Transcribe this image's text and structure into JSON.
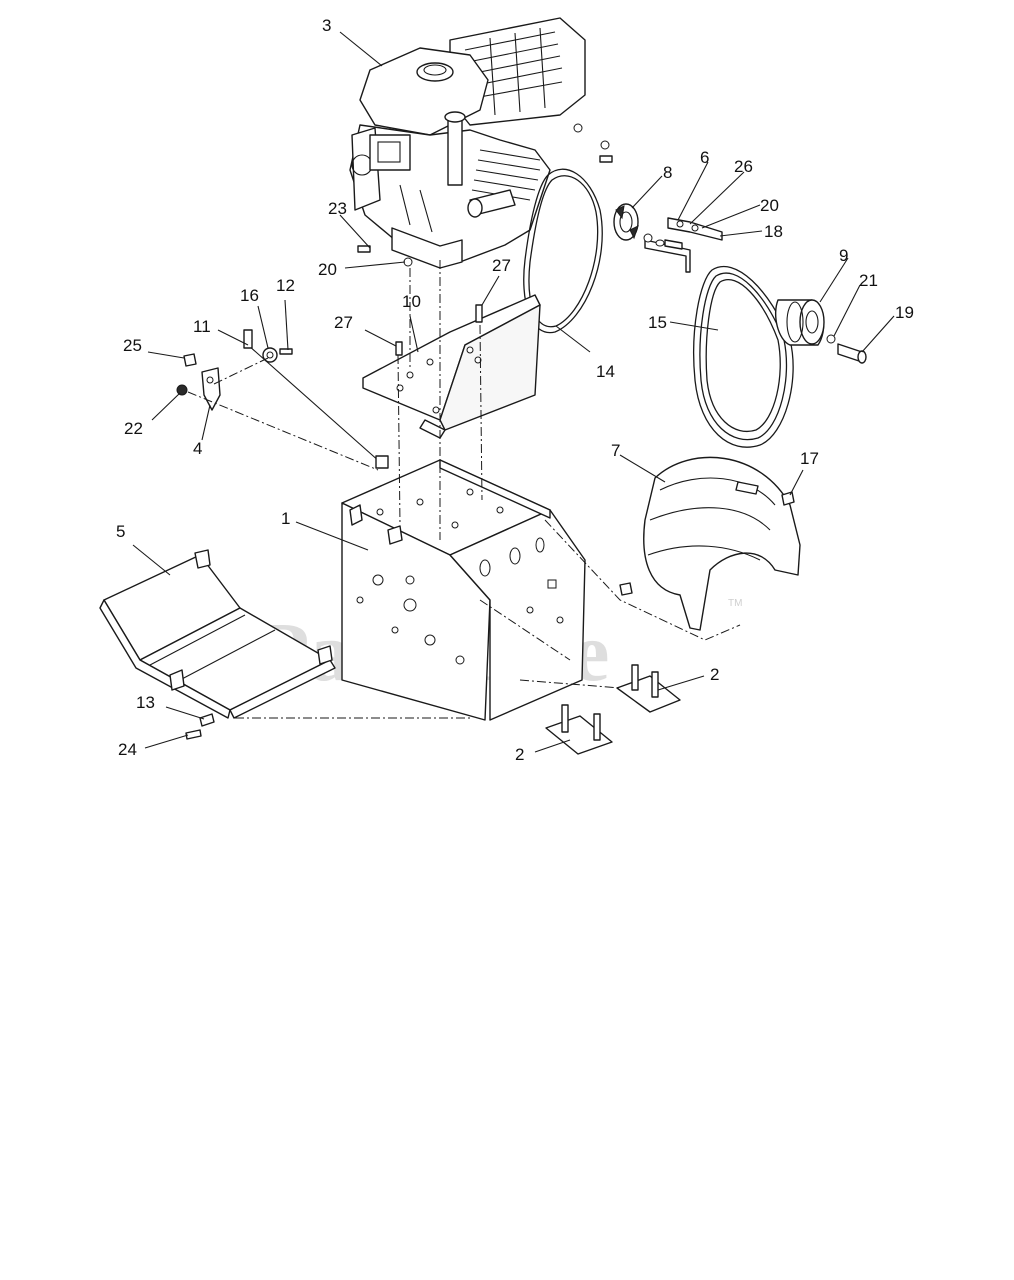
{
  "watermark": {
    "text": "PartsTree",
    "tm": "TM"
  },
  "callouts": {
    "c1": "1",
    "c2a": "2",
    "c2b": "2",
    "c3": "3",
    "c4": "4",
    "c5": "5",
    "c6": "6",
    "c7": "7",
    "c8": "8",
    "c9": "9",
    "c10": "10",
    "c11": "11",
    "c12": "12",
    "c13": "13",
    "c14": "14",
    "c15": "15",
    "c16": "16",
    "c17": "17",
    "c18": "18",
    "c19": "19",
    "c20a": "20",
    "c20b": "20",
    "c21": "21",
    "c22": "22",
    "c23": "23",
    "c24": "24",
    "c25": "25",
    "c26": "26",
    "c27a": "27",
    "c27b": "27"
  }
}
